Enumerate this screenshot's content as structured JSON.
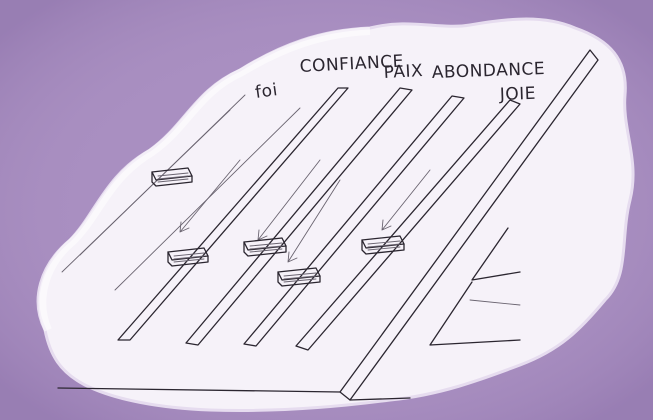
{
  "image": {
    "frame_color": "#a98fc1",
    "paper_color": "#f6f2f9",
    "ink_color": "#2b2630"
  },
  "labels": {
    "foi": "foi",
    "confiance": "CONFIANCE",
    "paix": "PAIX",
    "abondance": "ABONDANCE",
    "joie": "JOIE"
  }
}
